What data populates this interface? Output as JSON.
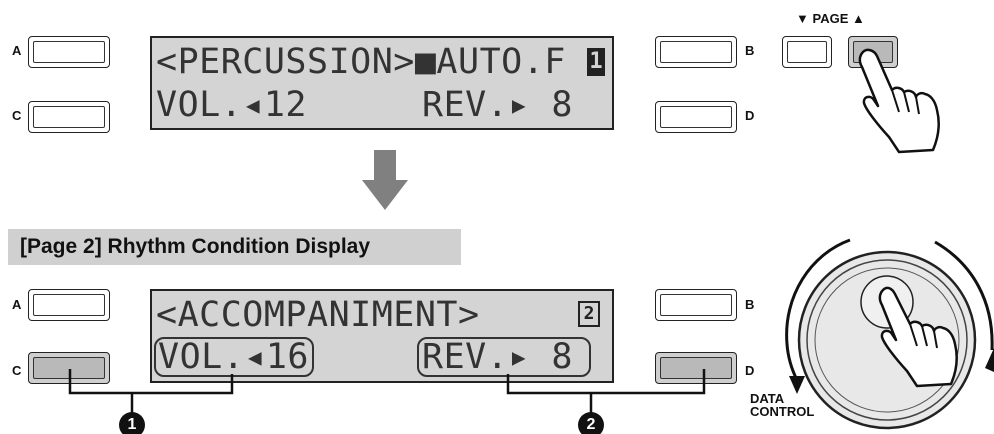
{
  "top_display": {
    "line1": "<PERCUSSION>■AUTO.F",
    "line1_page_digit": "1",
    "line2_left": "VOL.◂12",
    "line2_right": "REV.▸ 8"
  },
  "bottom_display": {
    "line1": "<ACCOMPANIMENT>",
    "page_digit": "2",
    "vol": "VOL.◂16",
    "rev": "REV.▸ 8"
  },
  "section_header": "[Page 2] Rhythm Condition Display",
  "buttons": {
    "a": "A",
    "b": "B",
    "c": "C",
    "d": "D"
  },
  "page_control": {
    "label": "PAGE",
    "down_glyph": "▼",
    "up_glyph": "▲"
  },
  "data_control": {
    "line1": "DATA",
    "line2": "CONTROL"
  },
  "markers": [
    "1",
    "2"
  ],
  "icons": {
    "transition": "down-arrow-icon",
    "finger": "pointing-hand-icon",
    "dial": "rotary-dial-icon"
  },
  "colors": {
    "lcd_background": "#d4d4d4",
    "pressed_button": "#cfcfcf",
    "header_band": "#d0d0d0",
    "arrow_gray": "#808080"
  }
}
